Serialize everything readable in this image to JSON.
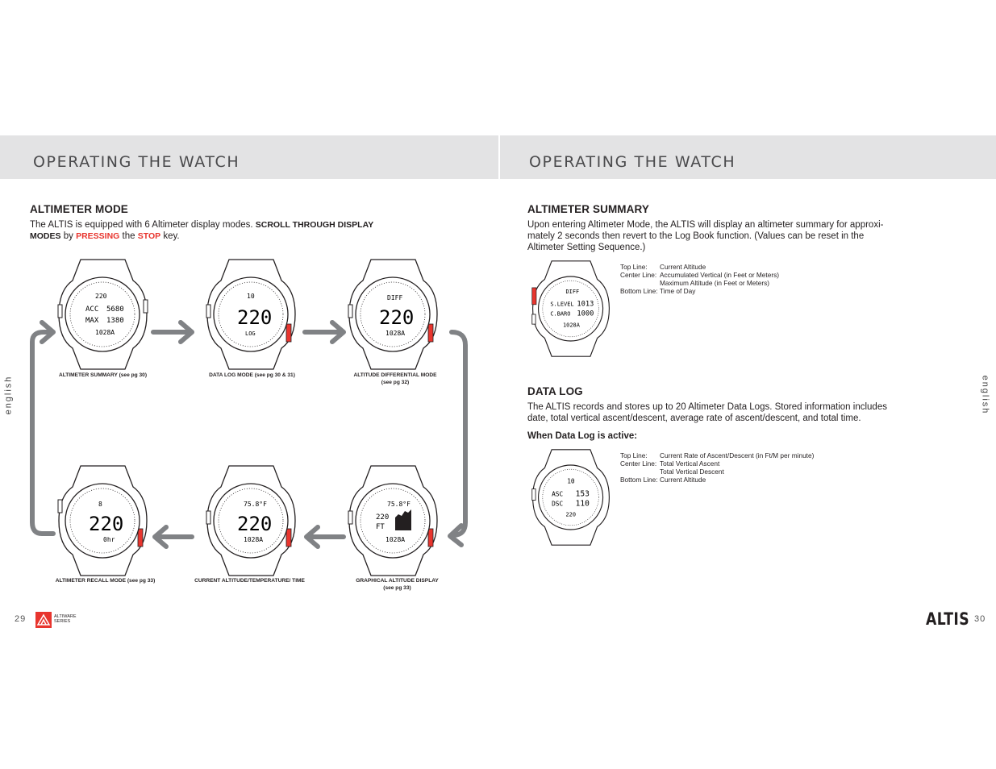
{
  "left_page": {
    "header": "OPERATING THE WATCH",
    "section_title": "ALTIMETER MODE",
    "intro_plain": "The ALTIS is equipped with 6 Altimeter display modes. ",
    "intro_bold1": "SCROLL THROUGH DISPLAY",
    "intro_bold2": "MODES",
    "intro_by": " by ",
    "intro_pressing": "PRESSING",
    "intro_the": " the ",
    "intro_stop": "STOP",
    "intro_key": " key.",
    "side_label": "english",
    "page_number": "29",
    "logo_line1": "ALTIWARE",
    "logo_line2": "SERIES",
    "watches": [
      {
        "caption": "ALTIMETER SUMMARY  (see pg 30)",
        "display": {
          "top": "220",
          "line1a": "ACC",
          "line1b": "5680",
          "line2a": "MAX",
          "line2b": "1380",
          "bottom": "1028A"
        }
      },
      {
        "caption": "DATA LOG MODE (see pg 30 & 31)",
        "display": {
          "top": "10",
          "big": "220",
          "bottom": "LOG"
        }
      },
      {
        "caption_line1": "ALTITUDE DIFFERENTIAL MODE",
        "caption_line2": "(see pg 32)",
        "display": {
          "top": "DIFF",
          "big": "220",
          "bottom": "1028A"
        }
      },
      {
        "caption": "ALTIMETER RECALL MODE (see pg 33)",
        "display": {
          "top": "8",
          "big": "220",
          "bottom": "0hr"
        }
      },
      {
        "caption": "CURRENT ALTITUDE/TEMPERATURE/ TIME",
        "display": {
          "top": "75.8°F",
          "big": "220",
          "bottom": "1028A"
        }
      },
      {
        "caption_line1": "GRAPHICAL ALTITUDE DISPLAY",
        "caption_line2": "(see pg 33)",
        "display": {
          "top": "75.8°F",
          "left": "220",
          "ft": "FT",
          "bottom": "1028A"
        }
      }
    ]
  },
  "right_page": {
    "header": "OPERATING THE WATCH",
    "summary_title": "ALTIMETER SUMMARY",
    "summary_text": [
      "Upon entering Altimeter Mode, the ALTIS will display an altimeter summary for approxi-",
      "mately 2 seconds then revert to the Log Book function. (Values can be reset in the",
      "Altimeter Setting Sequence.)"
    ],
    "summary_table": [
      {
        "k": "Top Line:",
        "v": "Current Altitude"
      },
      {
        "k": "Center Line:",
        "v": "Accumulated Vertical (in Feet or Meters)"
      },
      {
        "k": "",
        "v": "Maximum Altitude (in Feet or Meters)"
      },
      {
        "k": "Bottom Line:",
        "v": "Time of Day"
      }
    ],
    "summary_watch": {
      "top": "DIFF",
      "line1a": "S.LEVEL",
      "line1b": "1013",
      "line2a": "C.BARO",
      "line2b": "1000",
      "bottom": "1028A"
    },
    "datalog_title": "DATA LOG",
    "datalog_text": [
      "The ALTIS records and stores up to 20 Altimeter Data Logs. Stored information includes",
      "date, total vertical ascent/descent, average rate of ascent/descent, and total time."
    ],
    "datalog_sub": "When Data Log is active:",
    "datalog_table": [
      {
        "k": "Top Line:",
        "v": "Current Rate of Ascent/Descent (in Ft/M per minute)"
      },
      {
        "k": "Center Line:",
        "v": "Total Vertical Ascent"
      },
      {
        "k": "",
        "v": "Total Vertical Descent"
      },
      {
        "k": "Bottom Line:",
        "v": "Current Altitude"
      }
    ],
    "datalog_watch": {
      "top": "10",
      "line1a": "ASC",
      "line1b": "153",
      "line2a": "DSC",
      "line2b": "110",
      "bottom": "220"
    },
    "side_label": "english",
    "brand": "ALTIS",
    "page_number": "30"
  },
  "colors": {
    "band": "#e3e3e4",
    "accent_red": "#e8352e",
    "arrow_gray": "#808285",
    "ink": "#231f20"
  }
}
